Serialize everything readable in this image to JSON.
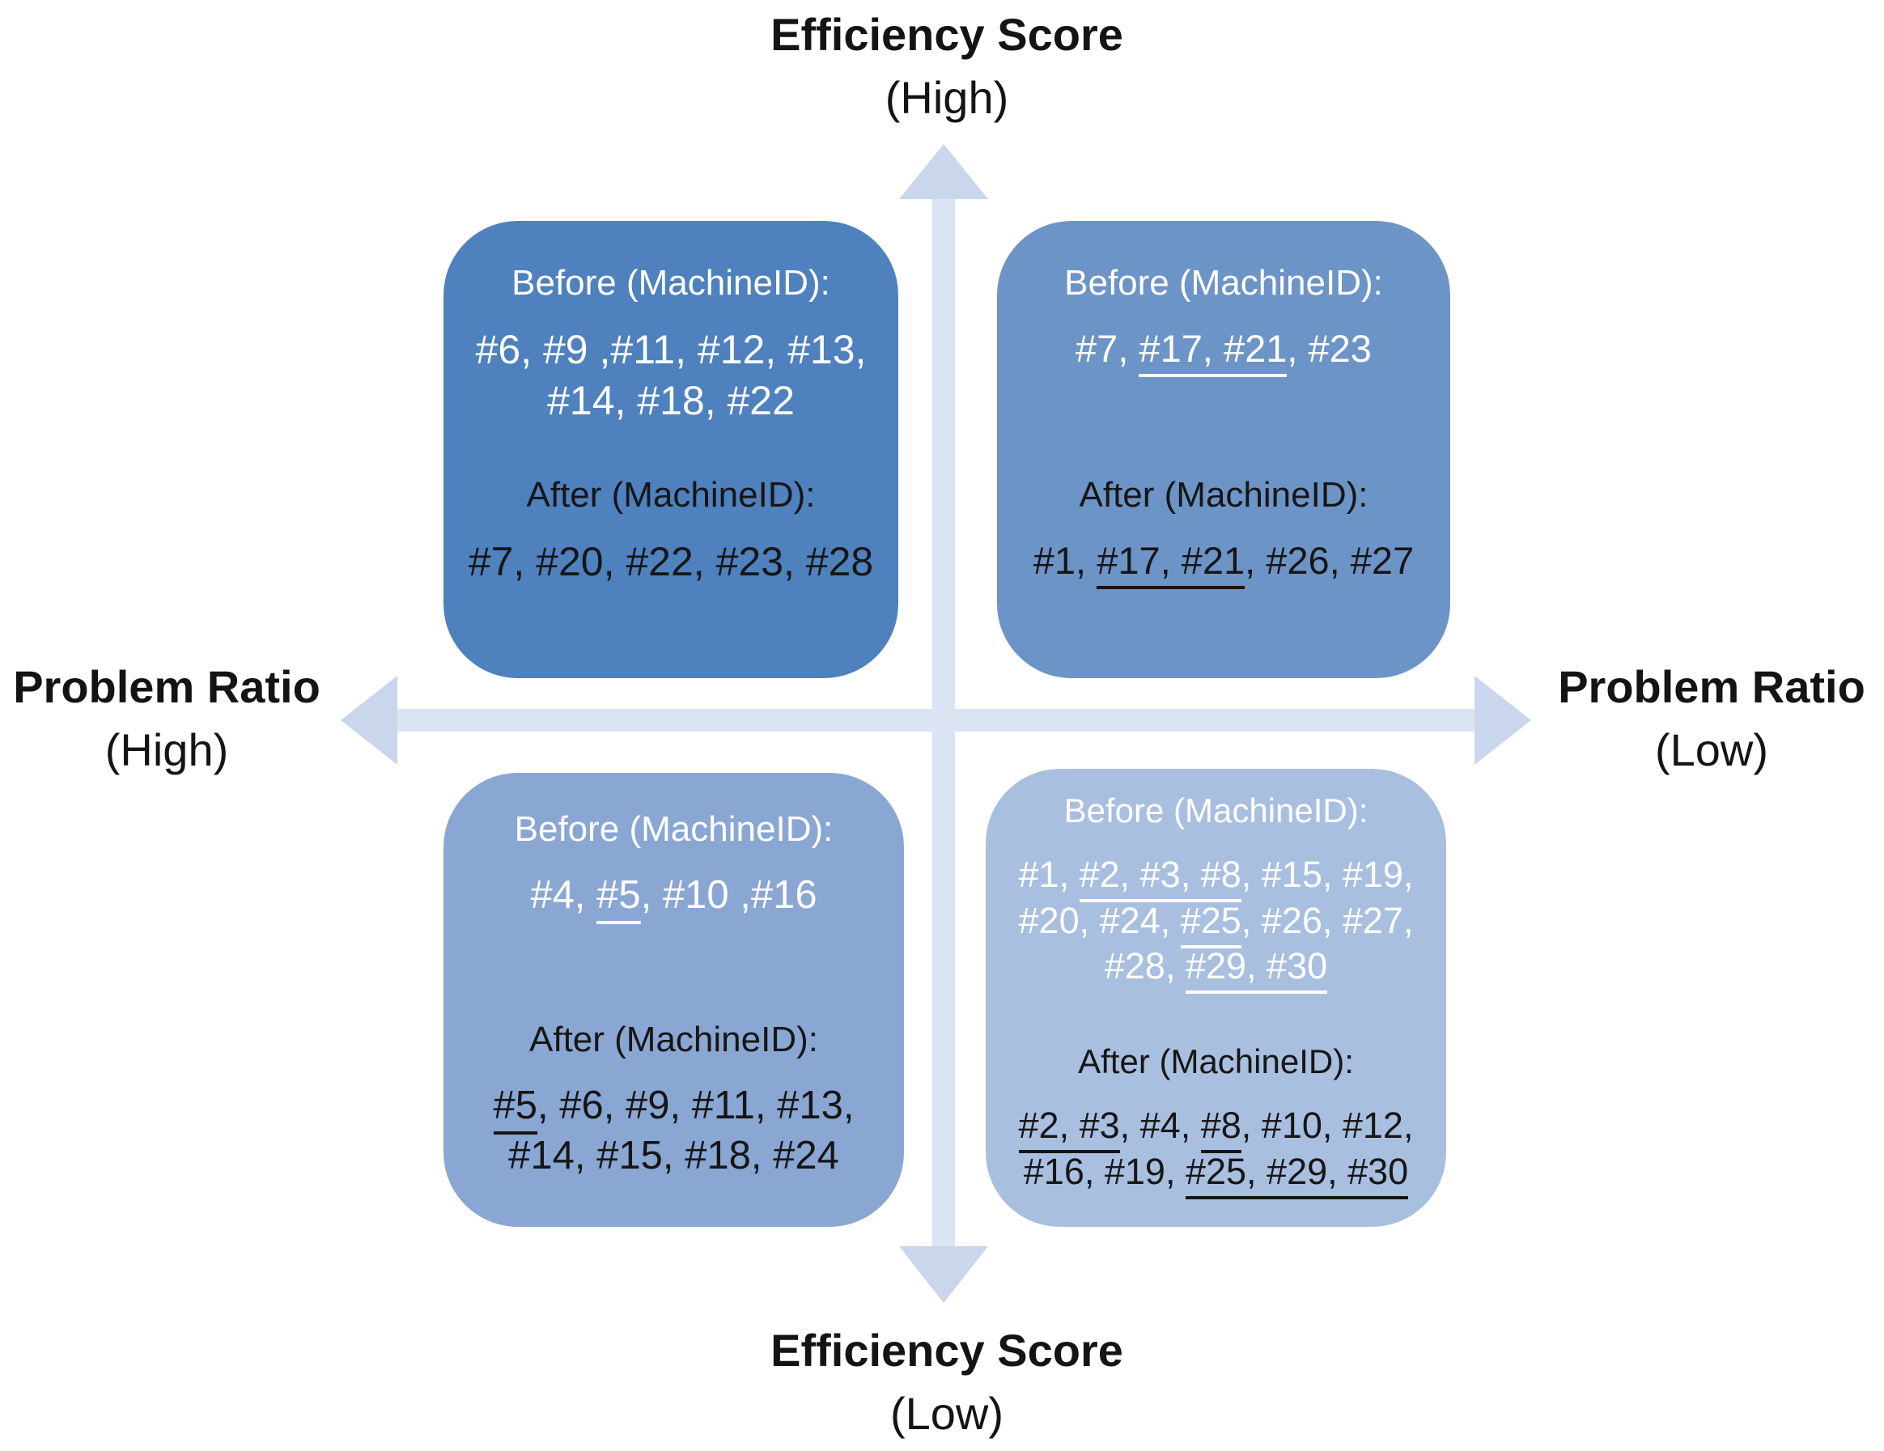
{
  "diagram": {
    "axis_labels": {
      "top": {
        "title": "Efficiency Score",
        "sub": "(High)"
      },
      "bottom": {
        "title": "Efficiency Score",
        "sub": "(Low)"
      },
      "left": {
        "title": "Problem Ratio",
        "sub": "(High)"
      },
      "right": {
        "title": "Problem Ratio",
        "sub": "(Low)"
      }
    },
    "colors": {
      "q_tl": "#4e81bd",
      "q_tr": "#6d94c6",
      "q_bl": "#8aa6d2",
      "q_br": "#a9bfe0",
      "arrow_shaft": "#dbe4f2",
      "arrow_head": "#c9d6eb",
      "before_text": "#ffffff",
      "after_text": "#161616"
    },
    "quadrants": [
      {
        "id": "top-left",
        "efficiency": "high",
        "problem_ratio": "high",
        "before_label": "Before (MachineID):",
        "after_label": "After (MachineID):",
        "before_lines": [
          [
            {
              "t": "#6, #9 ,#11, #12, #13,",
              "u": false
            }
          ],
          [
            {
              "t": "#14, #18, #22",
              "u": false
            }
          ]
        ],
        "after_lines": [
          [
            {
              "t": "#7, #20, #22, #23, #28",
              "u": false
            }
          ]
        ]
      },
      {
        "id": "top-right",
        "efficiency": "high",
        "problem_ratio": "low",
        "before_label": "Before (MachineID):",
        "after_label": "After (MachineID):",
        "before_lines": [
          [
            {
              "t": "#7, ",
              "u": false
            },
            {
              "t": "#17, #21",
              "u": true
            },
            {
              "t": ", #23",
              "u": false
            }
          ]
        ],
        "after_lines": [
          [
            {
              "t": "#1, ",
              "u": false
            },
            {
              "t": "#17, #21",
              "u": true
            },
            {
              "t": ", #26, #27",
              "u": false
            }
          ]
        ]
      },
      {
        "id": "bottom-left",
        "efficiency": "low",
        "problem_ratio": "high",
        "before_label": "Before (MachineID):",
        "after_label": "After (MachineID):",
        "before_lines": [
          [
            {
              "t": "#4, ",
              "u": false
            },
            {
              "t": "#5",
              "u": true
            },
            {
              "t": ", #10 ,#16",
              "u": false
            }
          ]
        ],
        "after_lines": [
          [
            {
              "t": "#5",
              "u": true
            },
            {
              "t": ", #6, #9, #11, #13,",
              "u": false
            }
          ],
          [
            {
              "t": "#14, #15, #18, #24",
              "u": false
            }
          ]
        ]
      },
      {
        "id": "bottom-right",
        "efficiency": "low",
        "problem_ratio": "low",
        "before_label": "Before (MachineID):",
        "after_label": "After (MachineID):",
        "before_lines": [
          [
            {
              "t": "#1, ",
              "u": false
            },
            {
              "t": "#2, #3, #8",
              "u": true
            },
            {
              "t": ", #15, #19,",
              "u": false
            }
          ],
          [
            {
              "t": "#20, #24, ",
              "u": false
            },
            {
              "t": "#25",
              "u": true
            },
            {
              "t": ", #26, #27,",
              "u": false
            }
          ],
          [
            {
              "t": "#28, ",
              "u": false
            },
            {
              "t": "#29, #30",
              "u": true
            }
          ]
        ],
        "after_lines": [
          [
            {
              "t": "#2, #3",
              "u": true
            },
            {
              "t": ", #4, ",
              "u": false
            },
            {
              "t": "#8",
              "u": true
            },
            {
              "t": ", #10, #12,",
              "u": false
            }
          ],
          [
            {
              "t": "#16, #19, ",
              "u": false
            },
            {
              "t": "#25, #29, #30",
              "u": true
            }
          ]
        ]
      }
    ]
  }
}
